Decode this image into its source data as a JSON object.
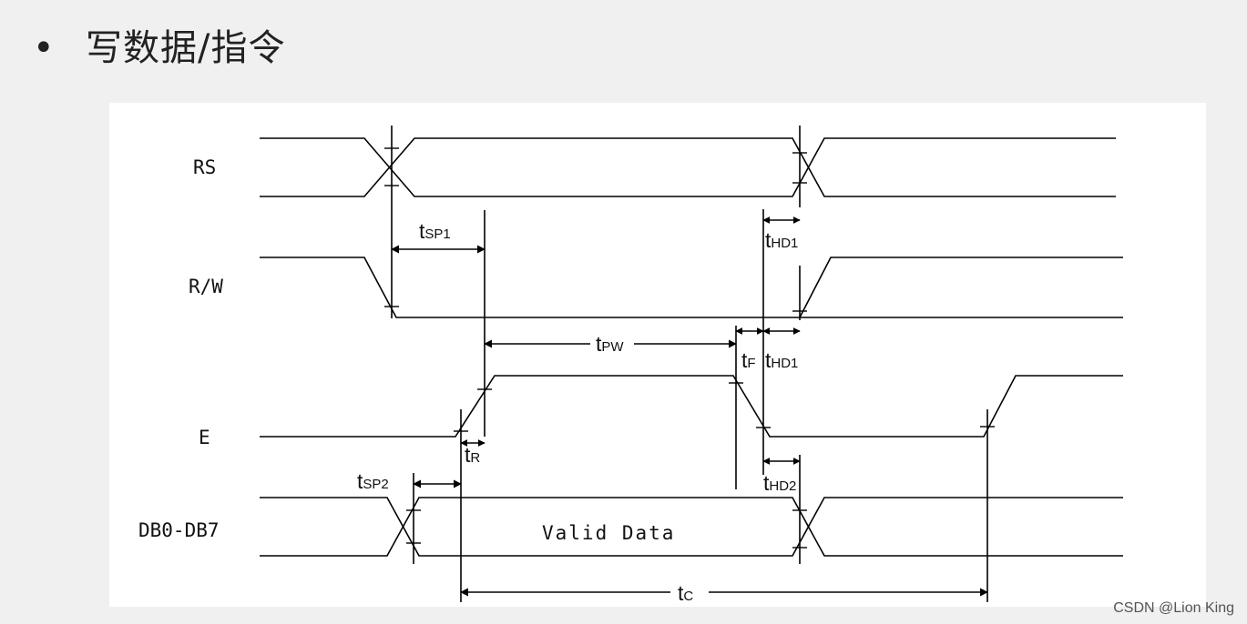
{
  "slide": {
    "bullet": "•",
    "title": "写数据/指令"
  },
  "signals": {
    "rs": "RS",
    "rw": "R/W",
    "e": "E",
    "db": "DB0-DB7"
  },
  "data_label": "Valid Data",
  "timing": {
    "tsp1": {
      "main": "t",
      "sub": "SP1"
    },
    "thd1_top": {
      "main": "t",
      "sub": "HD1"
    },
    "tpw": {
      "main": "t",
      "sub": "PW"
    },
    "tf": {
      "main": "t",
      "sub": "F"
    },
    "thd1_mid": {
      "main": "t",
      "sub": "HD1"
    },
    "tr": {
      "main": "t",
      "sub": "R"
    },
    "tsp2": {
      "main": "t",
      "sub": "SP2"
    },
    "thd2": {
      "main": "t",
      "sub": "HD2"
    },
    "tc": {
      "main": "t",
      "sub": "C"
    }
  },
  "watermark": "CSDN @Lion King"
}
